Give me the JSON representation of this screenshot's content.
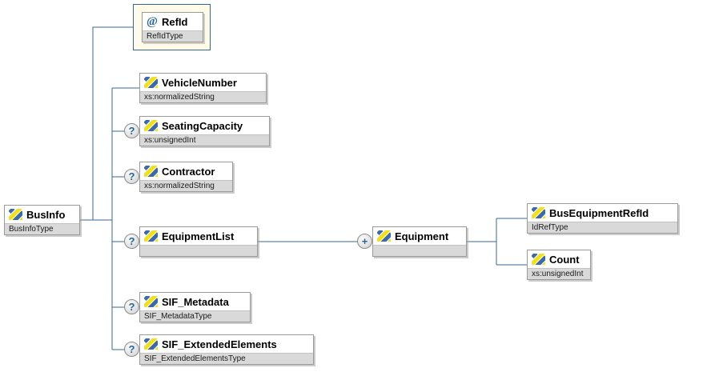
{
  "diagram": {
    "markers": {
      "attribute": "@",
      "optional": "?",
      "repeat": "+"
    },
    "colors": {
      "connector": "#336899",
      "box_border": "#9b9b9b",
      "type_strip": "#d9d9d9",
      "attribute_fill": "#fffbe8",
      "attribute_border": "#336899",
      "icon_blue": "#3a6aad",
      "icon_yellow": "#f2e117",
      "marker_text": "#2565a0"
    },
    "nodes": {
      "businfo": {
        "label": "BusInfo",
        "type": "BusInfoType"
      },
      "refid": {
        "label": "RefId",
        "type": "RefIdType"
      },
      "vehicle_number": {
        "label": "VehicleNumber",
        "type": "xs:normalizedString"
      },
      "seating_capacity": {
        "label": "SeatingCapacity",
        "type": "xs:unsignedInt"
      },
      "contractor": {
        "label": "Contractor",
        "type": "xs:normalizedString"
      },
      "equipment_list": {
        "label": "EquipmentList",
        "type": ""
      },
      "equipment": {
        "label": "Equipment",
        "type": ""
      },
      "bus_equipment_refid": {
        "label": "BusEquipmentRefId",
        "type": "IdRefType"
      },
      "count": {
        "label": "Count",
        "type": "xs:unsignedInt"
      },
      "sif_metadata": {
        "label": "SIF_Metadata",
        "type": "SIF_MetadataType"
      },
      "sif_extended_elements": {
        "label": "SIF_ExtendedElements",
        "type": "SIF_ExtendedElementsType"
      }
    }
  }
}
